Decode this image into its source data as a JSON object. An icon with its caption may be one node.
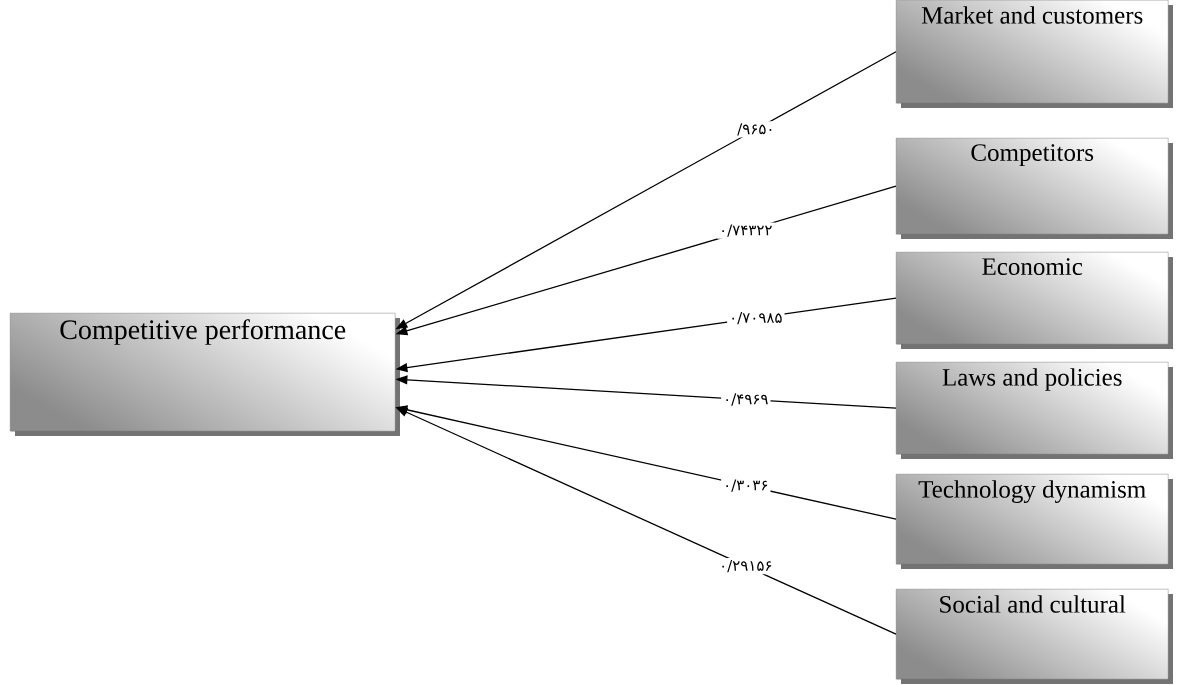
{
  "diagram": {
    "nodes": [
      {
        "text": [
          "Competitive performance"
        ]
      },
      {
        "text": [
          "Market and customers"
        ]
      },
      {
        "text": [
          "Competitors"
        ]
      },
      {
        "text": [
          "Economic"
        ]
      },
      {
        "text": [
          "Laws and policies"
        ]
      },
      {
        "text": [
          "Technology dynamism"
        ]
      },
      {
        "text": [
          "Social and cultural"
        ]
      }
    ],
    "edges": [
      {
        "from": 1,
        "to": 0,
        "arrow": "to",
        "label": "/۹۶۵۰"
      },
      {
        "from": 2,
        "to": 0,
        "arrow": "to",
        "label": "۰/۷۴۳۲۲"
      },
      {
        "from": 3,
        "to": 0,
        "arrow": "to",
        "label": "۰/۷۰۹۸۵"
      },
      {
        "from": 4,
        "to": 0,
        "arrow": "to",
        "label": "۰/۴۹۶۹"
      },
      {
        "from": 5,
        "to": 0,
        "arrow": "to",
        "label": "۰/۳۰۳۶"
      },
      {
        "from": 6,
        "to": 0,
        "arrow": "to",
        "label": "۰/۲۹۱۵۶"
      }
    ]
  }
}
